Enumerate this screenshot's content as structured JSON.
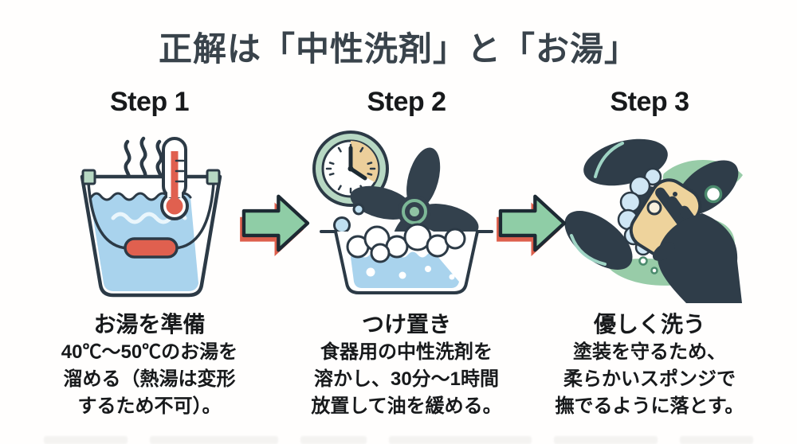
{
  "title": "正解は「中性洗剤」と「お湯」",
  "colors": {
    "title_text": "#39434b",
    "body_text": "#17191b",
    "outline_navy": "#2c3a46",
    "arrow_green": "#8fcda6",
    "arrow_shadow_red": "#dd5f4c",
    "water_blue": "#a9d3ed",
    "foam_blue": "#cfe6f4",
    "fan_dark": "#33414d",
    "thermometer_red": "#e0604f",
    "clock_ring_green": "#b7d8c3",
    "clock_wedge_tan": "#eccf9b",
    "sponge_tan": "#eed39c",
    "swoosh_green": "#98cca8"
  },
  "arrows": {
    "count": 2,
    "direction": "right",
    "style": "green block arrow with red drop shadow"
  },
  "steps": [
    {
      "label": "Step 1",
      "heading": "お湯を準備",
      "body_lines": [
        "40℃～50℃のお湯を",
        "溜める（熱湯は変形",
        "するため不可）。"
      ],
      "illustration": "bucket-of-hot-water-with-thermometer",
      "icons": [
        "steam-icon",
        "thermometer-icon",
        "bucket-icon"
      ]
    },
    {
      "label": "Step 2",
      "heading": "つけ置き",
      "body_lines": [
        "食器用の中性洗剤を",
        "溶かし、30分～1時間",
        "放置して油を緩める。"
      ],
      "illustration": "fan-blade-soaking-in-sudsy-tub-with-clock",
      "icons": [
        "clock-icon",
        "fan-icon",
        "washtub-icon",
        "bubbles-icon"
      ]
    },
    {
      "label": "Step 3",
      "heading": "優しく洗う",
      "body_lines": [
        "塗装を守るため、",
        "柔らかいスポンジで",
        "撫でるように落とす。"
      ],
      "illustration": "hand-washing-fan-blade-with-sponge",
      "icons": [
        "fan-blade-icon",
        "sponge-icon",
        "hand-icon",
        "foam-icon",
        "bubble-icon"
      ]
    }
  ]
}
